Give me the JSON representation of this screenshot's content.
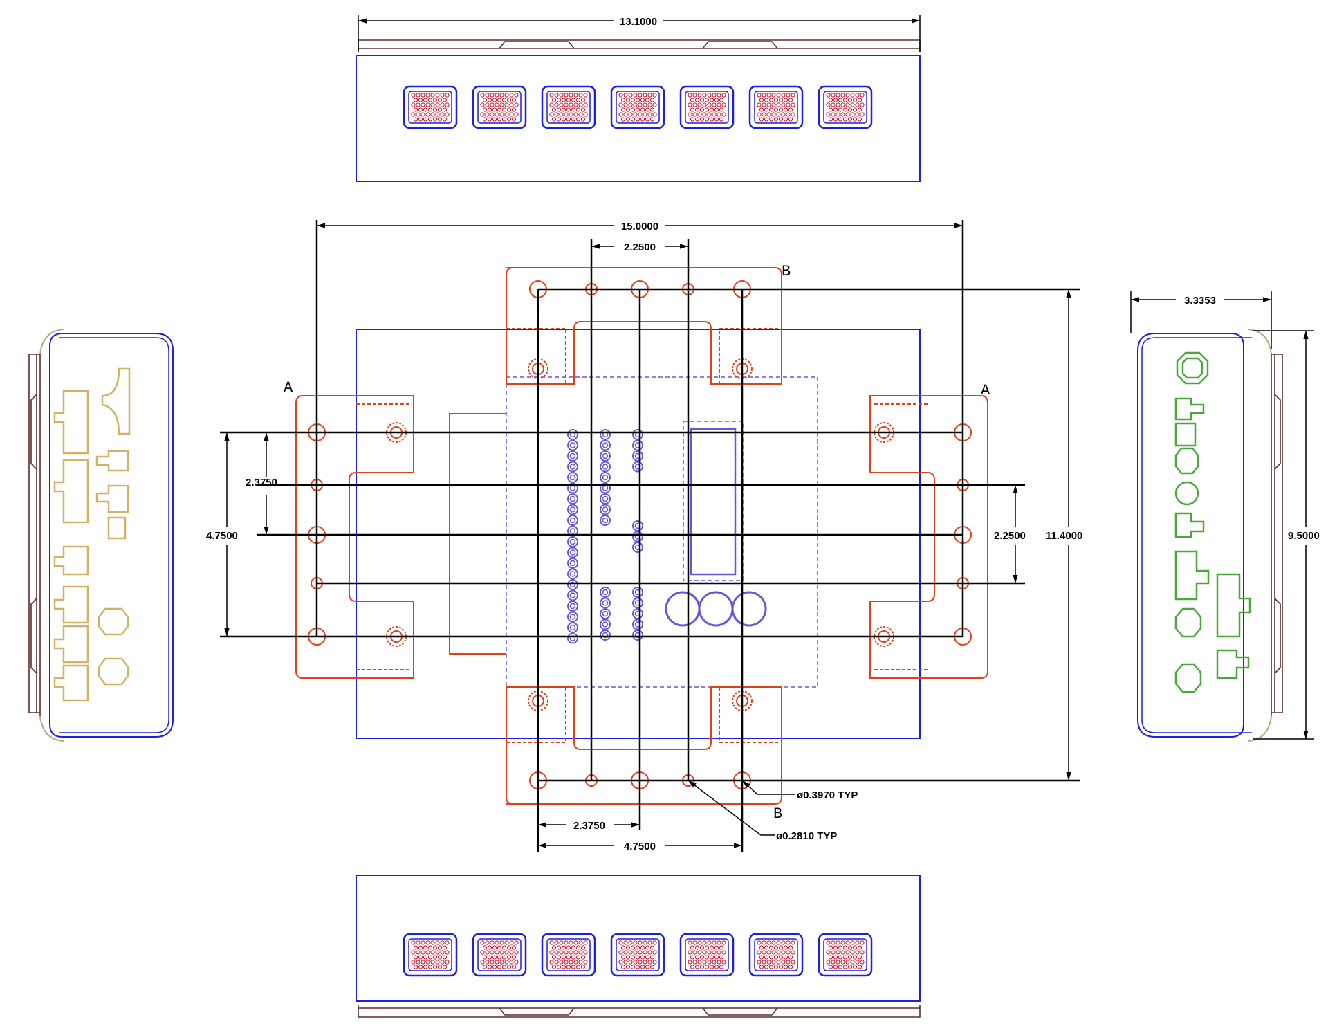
{
  "colors": {
    "outline": "#1f1fe0",
    "bracket": "#e0401a",
    "cover": "#5a2e2a",
    "pins": "#d0102a",
    "circuit": "#6a55d8",
    "dim": "#000000",
    "left_panel": "#d4b265",
    "right_panel": "#4aa83a",
    "curve": "#b8a880"
  },
  "dimensions": {
    "top_width": "13.1000",
    "overall_width": "15.0000",
    "center_spacing": "2.2500",
    "left_inner": "2.3750",
    "left_outer": "4.7500",
    "right_inner": "2.2500",
    "right_height": "11.4000",
    "side_width": "3.3353",
    "side_height": "9.5000",
    "bottom_inner": "2.3750",
    "bottom_outer": "4.7500"
  },
  "labels": {
    "section_a_left": "A",
    "section_a_right": "A",
    "section_b_top": "B",
    "section_b_bottom": "B"
  },
  "callouts": {
    "large_hole": "ø0.3970 TYP",
    "small_hole": "ø0.2810 TYP"
  }
}
